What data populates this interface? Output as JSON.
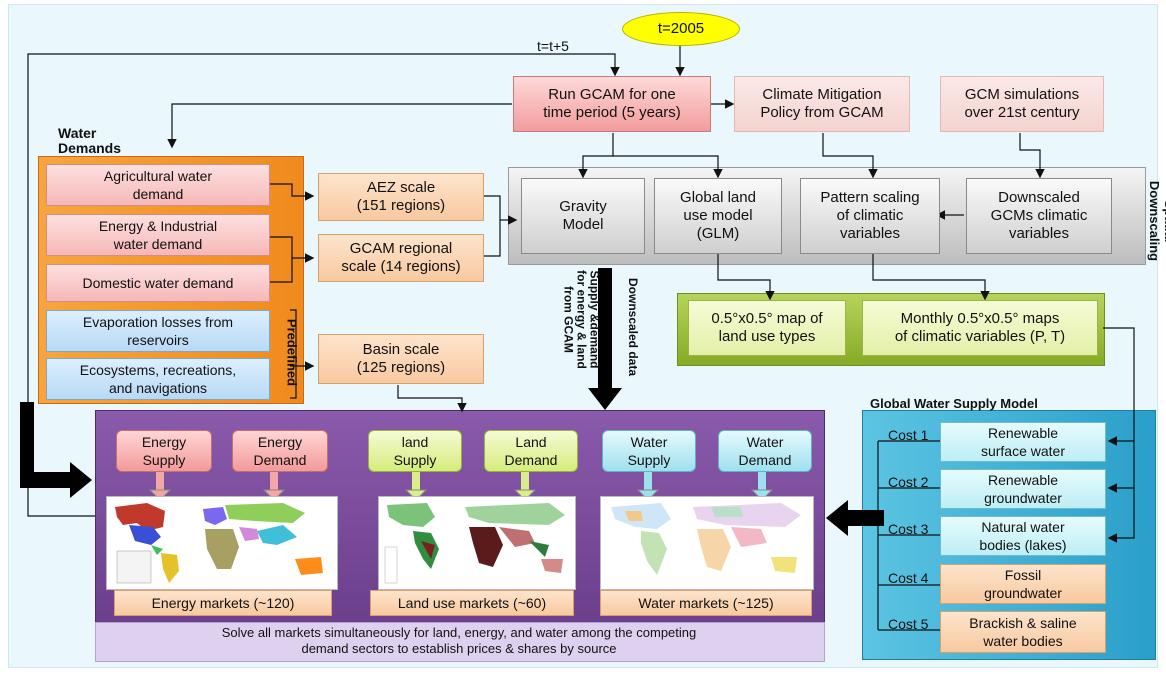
{
  "start": {
    "label": "t=2005"
  },
  "loop_label": "t=t+5",
  "run_gcam": "Run GCAM for one\ntime period (5 years)",
  "climate_policy": "Climate Mitigation\nPolicy from GCAM",
  "gcm_sims": "GCM simulations\nover 21st century",
  "water_demands": {
    "title": "Water\nDemands",
    "agricultural": "Agricultural water\ndemand",
    "energy_industrial": "Energy & Industrial\nwater demand",
    "domestic": "Domestic water demand",
    "evaporation": "Evaporation losses from\nreservoirs",
    "ecosystems": "Ecosystems, recreations,\nand navigations",
    "predefined": "Predefined"
  },
  "scales": {
    "aez": "AEZ scale\n(151 regions)",
    "gcam_regional": "GCAM regional\nscale (14 regions)",
    "basin": "Basin scale\n(125 regions)"
  },
  "spatial_downscaling": {
    "label": "Spatial\nDownscaling",
    "gravity": "Gravity\nModel",
    "glm": "Global land\nuse model\n(GLM)",
    "pattern": "Pattern scaling\nof climatic\nvariables",
    "downscaled_gcms": "Downscaled\nGCMs climatic\nvariables"
  },
  "maps": {
    "land_use": "0.5°x0.5° map of\nland use types",
    "climatic": "Monthly 0.5°x0.5° maps\nof climatic variables (P, T)"
  },
  "vertical_text": {
    "supply_demand": "Supply &demand\nfor energy & land\nfrom GCAM",
    "downscaled_data": "Downscaled data"
  },
  "markets": {
    "energy_supply": "Energy\nSupply",
    "energy_demand": "Energy\nDemand",
    "land_supply": "land\nSupply",
    "land_demand": "Land\nDemand",
    "water_supply": "Water\nSupply",
    "water_demand": "Water\nDemand",
    "energy_markets": "Energy markets (~120)",
    "land_markets": "Land use markets (~60)",
    "water_markets": "Water markets (~125)",
    "solve": "Solve all markets simultaneously for land, energy, and water among the competing\ndemand sectors to establish prices & shares by source"
  },
  "water_supply": {
    "title": "Global Water Supply Model",
    "sources": [
      {
        "cost": "Cost 1",
        "label": "Renewable\nsurface water"
      },
      {
        "cost": "Cost 2",
        "label": "Renewable\ngroundwater"
      },
      {
        "cost": "Cost 3",
        "label": "Natural water\nbodies (lakes)"
      },
      {
        "cost": "Cost 4",
        "label": "Fossil\ngroundwater"
      },
      {
        "cost": "Cost 5",
        "label": "Brackish & saline\nwater bodies"
      }
    ]
  },
  "colors": {
    "orange_panel": "#f39a2b",
    "purple_panel": "#7d4f9e",
    "cyan_panel": "#2aa6cf",
    "green_panel": "#9bc43a",
    "start_ellipse": "#ffff00"
  }
}
